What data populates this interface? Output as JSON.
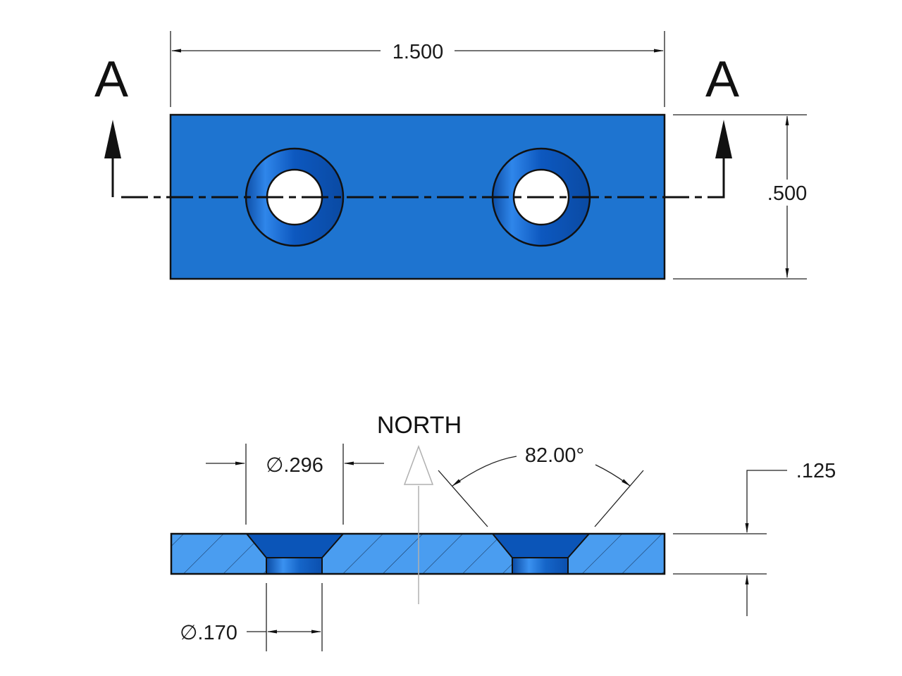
{
  "drawing": {
    "section_label_left": "A",
    "section_label_right": "A",
    "top_view": {
      "width_dim": "1.500",
      "height_dim": ".500",
      "hole_count": 2
    },
    "section_view": {
      "counterbore_dia_prefix": "∅",
      "counterbore_dia": ".296",
      "thru_dia_prefix": "∅",
      "thru_dia": ".170",
      "countersink_angle": "82.00°",
      "thickness_dim": ".125",
      "north_label": "NORTH"
    },
    "colors": {
      "part_fill": "#1e74d0",
      "section_fill": "#4a9df0",
      "countersink_fill": "#0b55b8",
      "outline": "#111111",
      "north_arrow": "#b0b0b0"
    }
  }
}
